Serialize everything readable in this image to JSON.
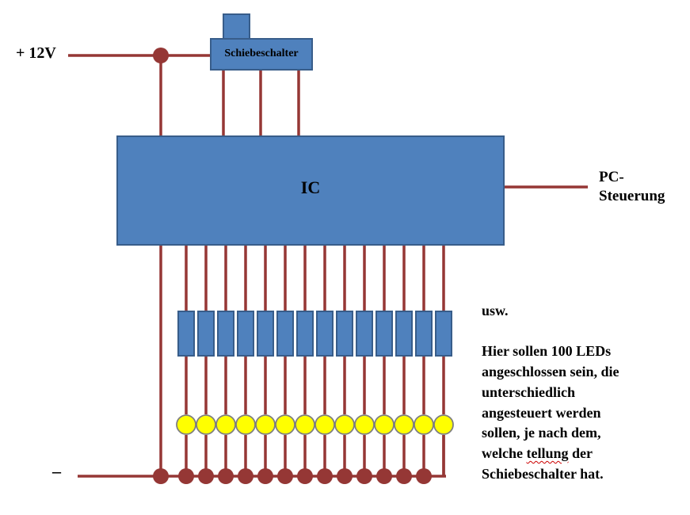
{
  "labels": {
    "supply": "+ 12V",
    "ground": "–",
    "switch": "Schiebeschalter",
    "ic": "IC",
    "pc_line1": "PC-",
    "pc_line2": "Steuerung"
  },
  "note": {
    "first": "usw.",
    "lines": [
      "Hier sollen 100 LEDs",
      "angeschlossen sein, die",
      "unterschiedlich",
      "angesteuert werden",
      "sollen, je nach dem,"
    ],
    "line6_before": "welche ",
    "line6_flagged": "tellung",
    "line6_after": " der",
    "last": "Schiebeschalter  hat."
  },
  "channels": 14,
  "colors": {
    "wire": "#953735",
    "node": "#953735",
    "box_fill": "#4f81bd",
    "box_stroke": "#385d8a",
    "led_fill": "#ffff00",
    "led_stroke": "#7f7f7f"
  }
}
